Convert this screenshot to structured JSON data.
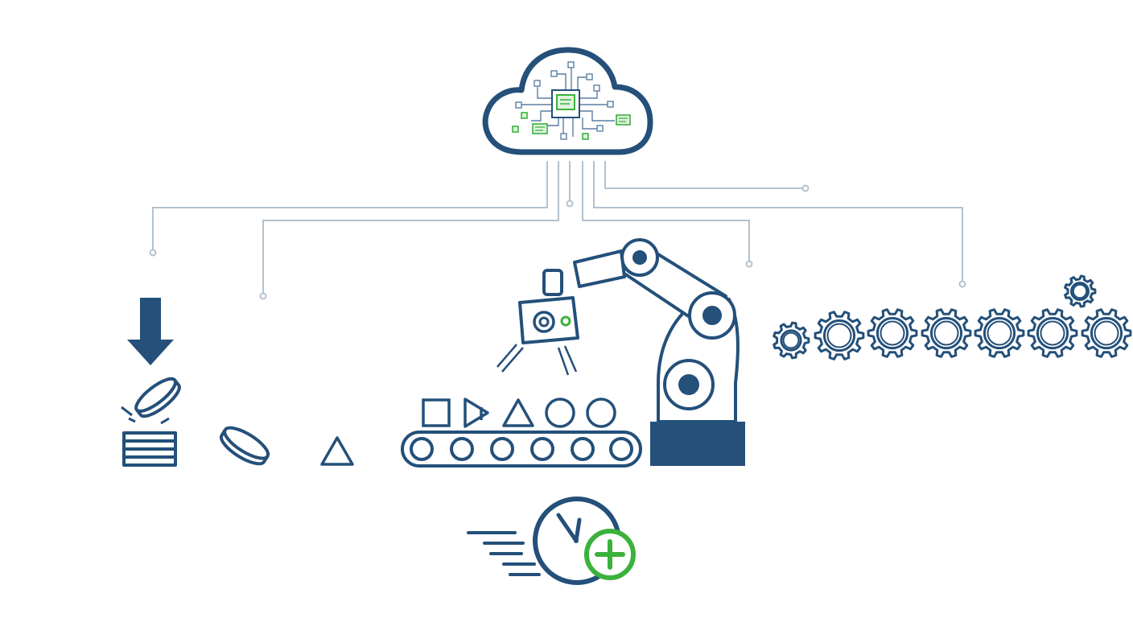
{
  "diagram": {
    "description_hidden": "",
    "colors": {
      "navy": "#24507a",
      "line": "#b3c1cf",
      "accent": "#3cb13c",
      "chip_fill": "#dff3df",
      "background": "#ffffff"
    },
    "nodes": [
      {
        "id": "cloud",
        "icon": "cloud-circuit-icon"
      },
      {
        "id": "coins",
        "icon": "coin-stack-drop-icon"
      },
      {
        "id": "single-coin",
        "icon": "coin-icon"
      },
      {
        "id": "triangle",
        "icon": "triangle-icon"
      },
      {
        "id": "robot",
        "icon": "robot-arm-conveyor-icon"
      },
      {
        "id": "gears",
        "icon": "gear-chain-icon"
      },
      {
        "id": "clock",
        "icon": "fast-clock-plus-icon"
      }
    ],
    "edges": [
      {
        "from": "cloud",
        "to": "coins"
      },
      {
        "from": "cloud",
        "to": "single-coin"
      },
      {
        "from": "cloud",
        "to": "robot"
      },
      {
        "from": "cloud",
        "to": "gears"
      }
    ]
  }
}
